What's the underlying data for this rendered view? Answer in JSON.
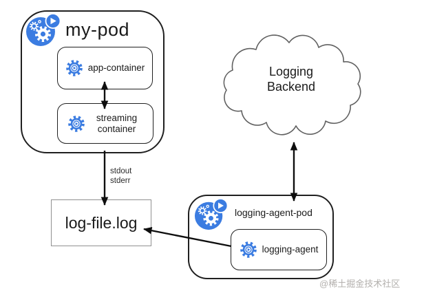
{
  "colors": {
    "icon_blue": "#3B7CE1",
    "arrow": "#0e0e0e",
    "border_dark": "#1f1f1f",
    "border_light": "#8f8f8f",
    "cloud_stroke": "#606060",
    "watermark": "#b3b0ad",
    "text": "#1a1a1a"
  },
  "nodes": {
    "my_pod": "my-pod",
    "app_container": "app-container",
    "streaming_container": "streaming container",
    "log_file": "log-file.log",
    "logging_backend": "Logging Backend",
    "logging_agent_pod": "logging-agent-pod",
    "logging_agent": "logging-agent"
  },
  "edge_labels": {
    "stdout": "stdout",
    "stderr": "stderr"
  },
  "watermark": "@稀土掘金技术社区"
}
